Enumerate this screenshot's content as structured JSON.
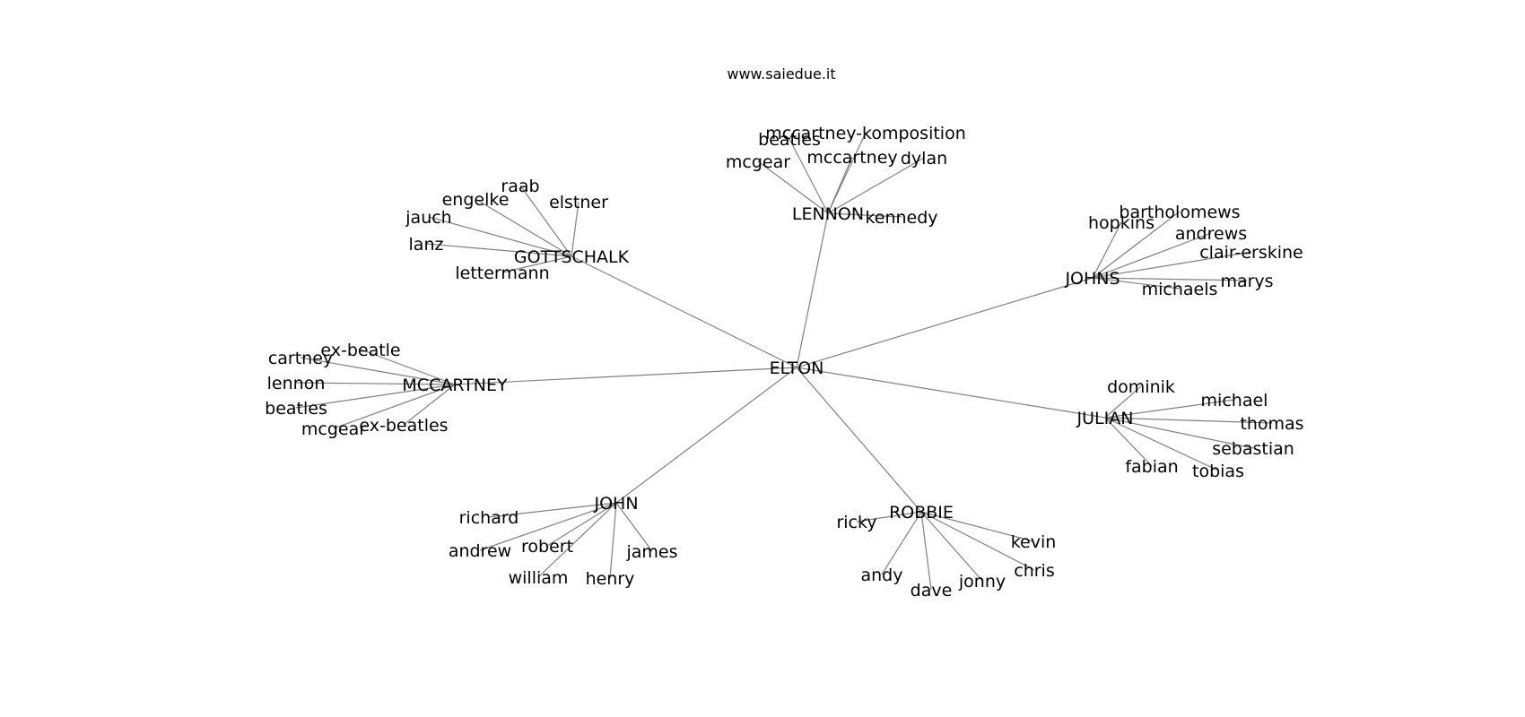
{
  "header": {
    "site": "www.saiedue.it"
  },
  "colors": {
    "edge": "#808080",
    "text": "#000000",
    "background": "#ffffff"
  },
  "graph": {
    "center": "ELTON",
    "hubs": [
      {
        "id": "lennon",
        "label": "LENNON",
        "leaves": [
          "mccartney-komposition",
          "beatles",
          "mcgear",
          "mccartney",
          "dylan",
          "kennedy"
        ]
      },
      {
        "id": "gottschalk",
        "label": "GOTTSCHALK",
        "leaves": [
          "raab",
          "engelke",
          "elstner",
          "jauch",
          "lanz",
          "lettermann"
        ]
      },
      {
        "id": "johns",
        "label": "JOHNS",
        "leaves": [
          "bartholomews",
          "hopkins",
          "andrews",
          "clair-erskine",
          "marys",
          "michaels"
        ]
      },
      {
        "id": "mccartney",
        "label": "MCCARTNEY",
        "leaves": [
          "ex-beatle",
          "cartney",
          "lennon",
          "beatles",
          "mcgear",
          "ex-beatles"
        ]
      },
      {
        "id": "julian",
        "label": "JULIAN",
        "leaves": [
          "dominik",
          "michael",
          "thomas",
          "sebastian",
          "tobias",
          "fabian"
        ]
      },
      {
        "id": "john",
        "label": "JOHN",
        "leaves": [
          "richard",
          "andrew",
          "robert",
          "james",
          "william",
          "henry"
        ]
      },
      {
        "id": "robbie",
        "label": "ROBBIE",
        "leaves": [
          "ricky",
          "kevin",
          "chris",
          "jonny",
          "dave",
          "andy"
        ]
      }
    ]
  }
}
